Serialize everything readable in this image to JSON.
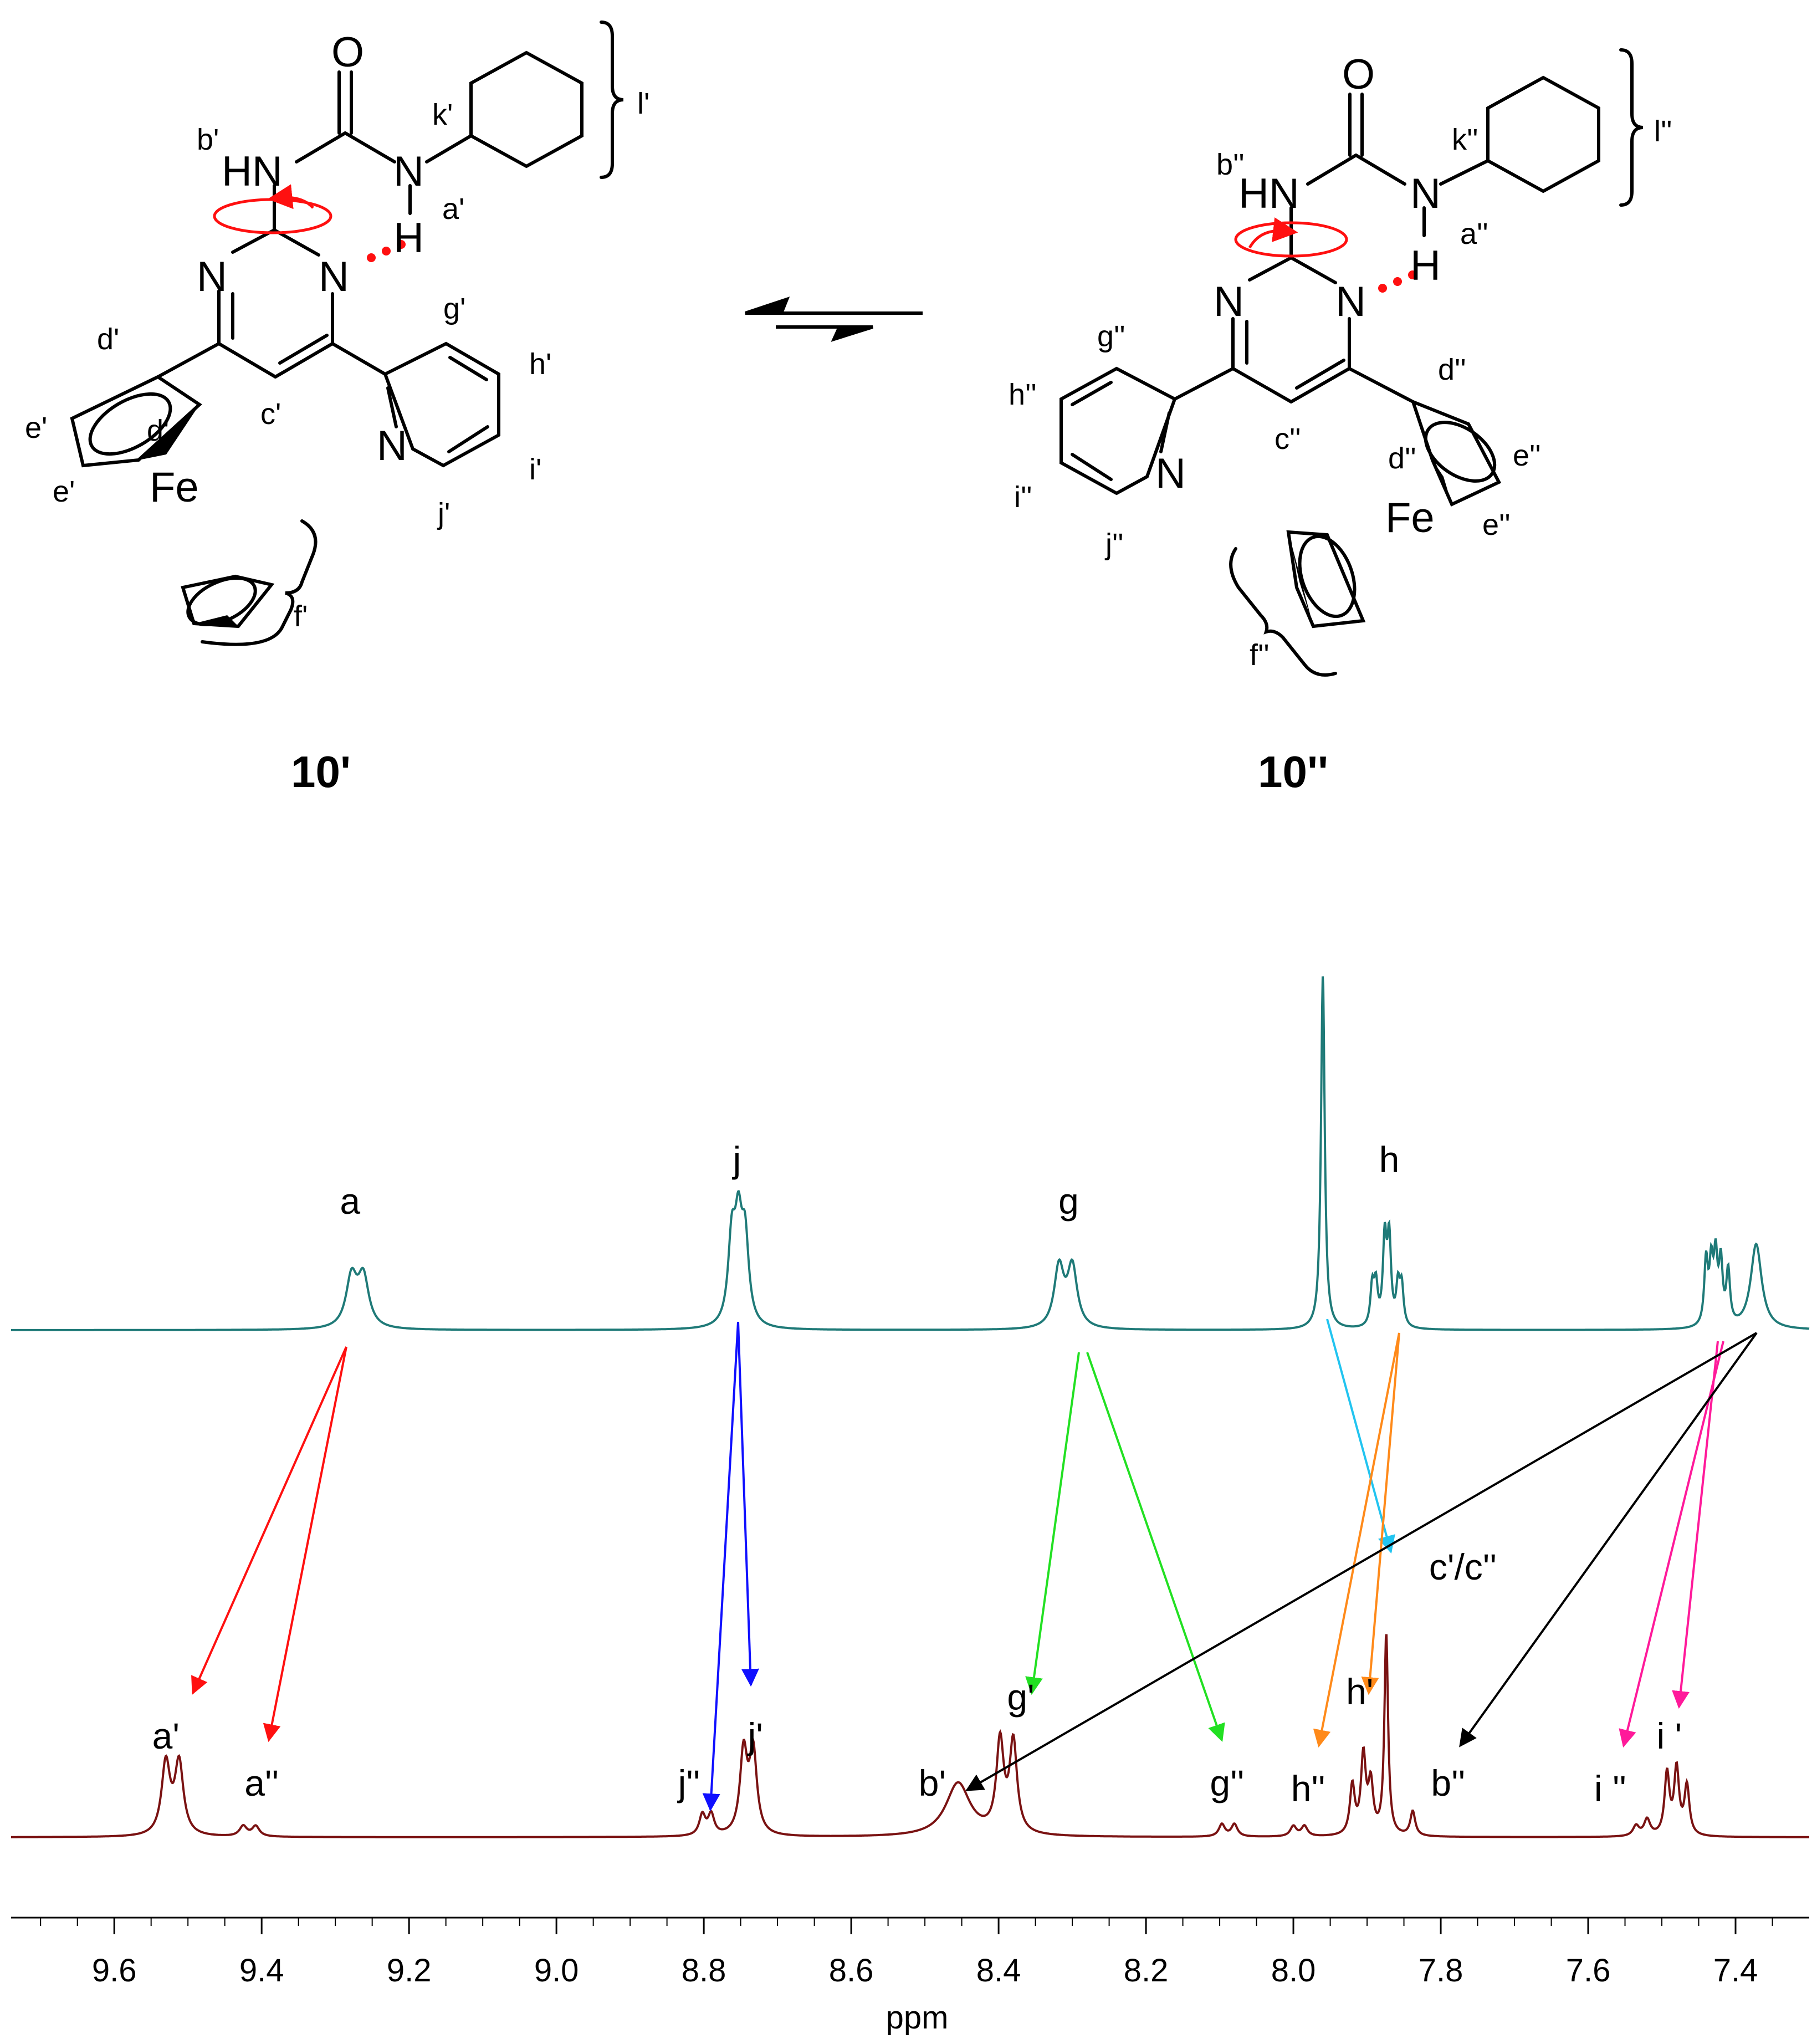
{
  "molecules": {
    "left": {
      "compound": "10'",
      "atoms": {
        "O": "O",
        "HN": "HN",
        "N_amide": "N",
        "H_amide": "H",
        "N_ring1": "N",
        "N_ring2": "N",
        "N_py": "N",
        "Fe": "Fe"
      },
      "labels": {
        "a": "a'",
        "b": "b'",
        "c": "c'",
        "d1": "d'",
        "d2": "d'",
        "e1": "e'",
        "e2": "e'",
        "f": "f'",
        "g": "g'",
        "h": "h'",
        "i": "i'",
        "j": "j'",
        "k": "k'",
        "l": "l'"
      }
    },
    "right": {
      "compound": "10''",
      "atoms": {
        "O": "O",
        "HN": "HN",
        "N_amide": "N",
        "H_amide": "H",
        "N_ring1": "N",
        "N_ring2": "N",
        "N_py": "N",
        "Fe": "Fe"
      },
      "labels": {
        "a": "a''",
        "b": "b''",
        "c": "c''",
        "d1": "d''",
        "d2": "d''",
        "e1": "e''",
        "e2": "e''",
        "f": "f''",
        "g": "g''",
        "h": "h''",
        "i": "i''",
        "j": "j''",
        "k": "k''",
        "l": "l''"
      }
    }
  },
  "chart_data": {
    "type": "line",
    "xlabel": "ppm",
    "xlim": [
      9.74,
      7.3
    ],
    "x_ticks": [
      9.6,
      9.4,
      9.2,
      9.0,
      8.8,
      8.6,
      8.4,
      8.2,
      8.0,
      7.8,
      7.6,
      7.4
    ],
    "x_tick_labels": [
      "9.6",
      "9.4",
      "9.2",
      "9.0",
      "8.8",
      "8.6",
      "8.4",
      "8.2",
      "8.0",
      "7.8",
      "7.6",
      "7.4"
    ],
    "series": [
      {
        "key": "top",
        "color": "#1f7a78",
        "peaks": [
          {
            "ppm": 9.278,
            "h": 0.14,
            "w": 0.009
          },
          {
            "ppm": 9.262,
            "h": 0.14,
            "w": 0.009
          },
          {
            "ppm": 8.762,
            "h": 0.23,
            "w": 0.006
          },
          {
            "ppm": 8.753,
            "h": 0.25,
            "w": 0.006
          },
          {
            "ppm": 8.744,
            "h": 0.23,
            "w": 0.006
          },
          {
            "ppm": 8.318,
            "h": 0.17,
            "w": 0.008
          },
          {
            "ppm": 8.3,
            "h": 0.17,
            "w": 0.008
          },
          {
            "ppm": 7.96,
            "h": 1.0,
            "w": 0.003
          },
          {
            "ppm": 7.893,
            "h": 0.11,
            "w": 0.003
          },
          {
            "ppm": 7.888,
            "h": 0.11,
            "w": 0.003
          },
          {
            "ppm": 7.876,
            "h": 0.24,
            "w": 0.003
          },
          {
            "ppm": 7.87,
            "h": 0.24,
            "w": 0.003
          },
          {
            "ppm": 7.858,
            "h": 0.11,
            "w": 0.003
          },
          {
            "ppm": 7.853,
            "h": 0.11,
            "w": 0.003
          },
          {
            "ppm": 7.44,
            "h": 0.18,
            "w": 0.003
          },
          {
            "ppm": 7.433,
            "h": 0.16,
            "w": 0.003
          },
          {
            "ppm": 7.427,
            "h": 0.18,
            "w": 0.003
          },
          {
            "ppm": 7.42,
            "h": 0.17,
            "w": 0.003
          },
          {
            "ppm": 7.41,
            "h": 0.15,
            "w": 0.003
          },
          {
            "ppm": 7.372,
            "h": 0.24,
            "w": 0.009
          }
        ],
        "annotations": [
          {
            "text": "a",
            "ppm": 9.28
          },
          {
            "text": "j",
            "ppm": 8.755
          },
          {
            "text": "g",
            "ppm": 8.305
          },
          {
            "text": "h",
            "ppm": 7.87
          }
        ]
      },
      {
        "key": "bottom",
        "color": "#7a1212",
        "peaks": [
          {
            "ppm": 9.53,
            "h": 0.175,
            "w": 0.007
          },
          {
            "ppm": 9.512,
            "h": 0.175,
            "w": 0.007
          },
          {
            "ppm": 9.425,
            "h": 0.025,
            "w": 0.006
          },
          {
            "ppm": 9.408,
            "h": 0.025,
            "w": 0.006
          },
          {
            "ppm": 8.802,
            "h": 0.05,
            "w": 0.005
          },
          {
            "ppm": 8.79,
            "h": 0.05,
            "w": 0.005
          },
          {
            "ppm": 8.746,
            "h": 0.2,
            "w": 0.006
          },
          {
            "ppm": 8.733,
            "h": 0.2,
            "w": 0.006
          },
          {
            "ppm": 8.455,
            "h": 0.13,
            "w": 0.02
          },
          {
            "ppm": 8.398,
            "h": 0.22,
            "w": 0.006
          },
          {
            "ppm": 8.38,
            "h": 0.22,
            "w": 0.006
          },
          {
            "ppm": 8.097,
            "h": 0.03,
            "w": 0.005
          },
          {
            "ppm": 8.08,
            "h": 0.03,
            "w": 0.005
          },
          {
            "ppm": 8.0,
            "h": 0.025,
            "w": 0.005
          },
          {
            "ppm": 7.985,
            "h": 0.025,
            "w": 0.005
          },
          {
            "ppm": 7.92,
            "h": 0.12,
            "w": 0.004
          },
          {
            "ppm": 7.905,
            "h": 0.19,
            "w": 0.004
          },
          {
            "ppm": 7.895,
            "h": 0.12,
            "w": 0.004
          },
          {
            "ppm": 7.874,
            "h": 0.49,
            "w": 0.003
          },
          {
            "ppm": 7.838,
            "h": 0.06,
            "w": 0.004
          },
          {
            "ppm": 7.535,
            "h": 0.025,
            "w": 0.005
          },
          {
            "ppm": 7.52,
            "h": 0.04,
            "w": 0.005
          },
          {
            "ppm": 7.493,
            "h": 0.15,
            "w": 0.004
          },
          {
            "ppm": 7.48,
            "h": 0.16,
            "w": 0.004
          },
          {
            "ppm": 7.466,
            "h": 0.12,
            "w": 0.004
          }
        ],
        "annotations": [
          {
            "text": "a'",
            "ppm": 9.53
          },
          {
            "text": "a''",
            "ppm": 9.4
          },
          {
            "text": "j''",
            "ppm": 8.82
          },
          {
            "text": "j'",
            "ppm": 8.73
          },
          {
            "text": "b'",
            "ppm": 8.49
          },
          {
            "text": "g'",
            "ppm": 8.37
          },
          {
            "text": "g''",
            "ppm": 8.09
          },
          {
            "text": "h''",
            "ppm": 7.98
          },
          {
            "text": "h'",
            "ppm": 7.91
          },
          {
            "text": "c'/c''",
            "ppm": 7.77
          },
          {
            "text": "b''",
            "ppm": 7.79
          },
          {
            "text": "i ''",
            "ppm": 7.57
          },
          {
            "text": "i '",
            "ppm": 7.49
          }
        ]
      }
    ],
    "correlations": [
      {
        "from": "a",
        "to": [
          "a'",
          "a''"
        ],
        "color": "#ff1010"
      },
      {
        "from": "j",
        "to": [
          "j''",
          "j'"
        ],
        "color": "#1010ff"
      },
      {
        "from": "g",
        "to": [
          "g'",
          "g''"
        ],
        "color": "#22e022"
      },
      {
        "from": "7.96",
        "to": [
          "c'/c''"
        ],
        "color": "#22c4f0"
      },
      {
        "from": "h",
        "to": [
          "h''",
          "h'"
        ],
        "color": "#ff8a1a"
      },
      {
        "from": "7.42",
        "to": [
          "i ''",
          "i '"
        ],
        "color": "#ff1a9a"
      },
      {
        "from": "7.37",
        "to": [
          "b'",
          "b''"
        ],
        "color": "#000000"
      }
    ]
  }
}
